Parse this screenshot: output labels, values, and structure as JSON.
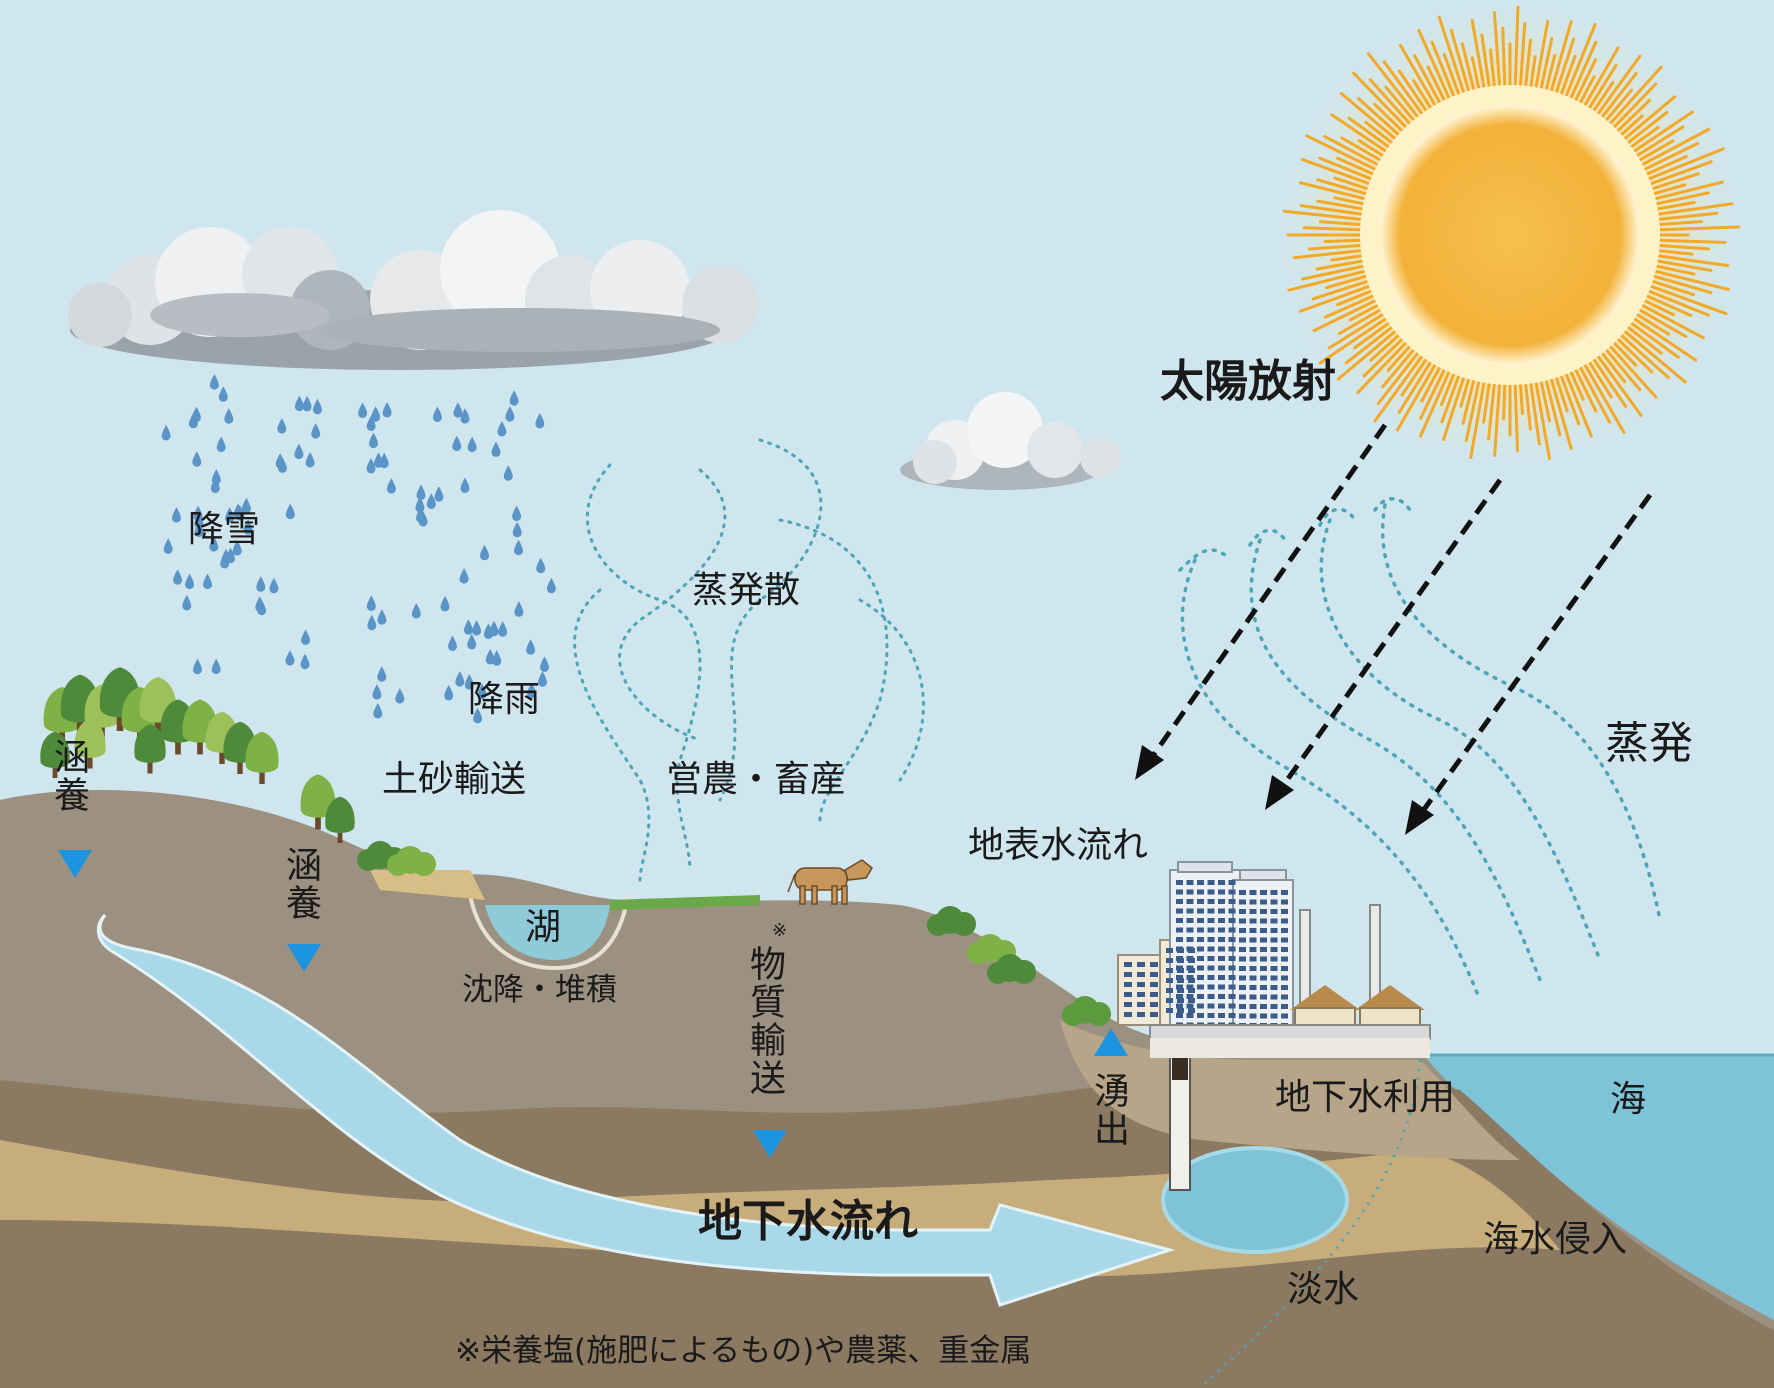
{
  "labels": {
    "solar_radiation": "太陽放射",
    "snowfall": "降雪",
    "rainfall": "降雨",
    "sediment_transport": "土砂輸送",
    "evapotranspiration": "蒸発散",
    "agriculture_livestock": "営農・畜産",
    "evaporation": "蒸発",
    "surface_water_flow": "地表水流れ",
    "recharge_1": "涵養",
    "recharge_2": "涵養",
    "lake": "湖",
    "sedimentation": "沈降・堆積",
    "material_transport": "物質輸送",
    "material_transport_mark": "※",
    "spring": "湧出",
    "groundwater_use": "地下水利用",
    "sea": "海",
    "groundwater_flow": "地下水流れ",
    "seawater_intrusion": "海水侵入",
    "freshwater": "淡水",
    "footnote": "※栄養塩(施肥によるもの)や農薬、重金属"
  },
  "colors": {
    "sky": "#cfe6ee",
    "sun": "#f4b93a",
    "ground_top": "#9c9080",
    "ground_mid": "#8a7a63",
    "ground_sand": "#c4a878",
    "groundwater": "#a9d9e8",
    "sea": "#7fc3d8",
    "arrow_marker": "#1d94e0",
    "rain": "#5b95c8",
    "vapor": "#4ea5b8",
    "vegetation": "#7fb246"
  }
}
